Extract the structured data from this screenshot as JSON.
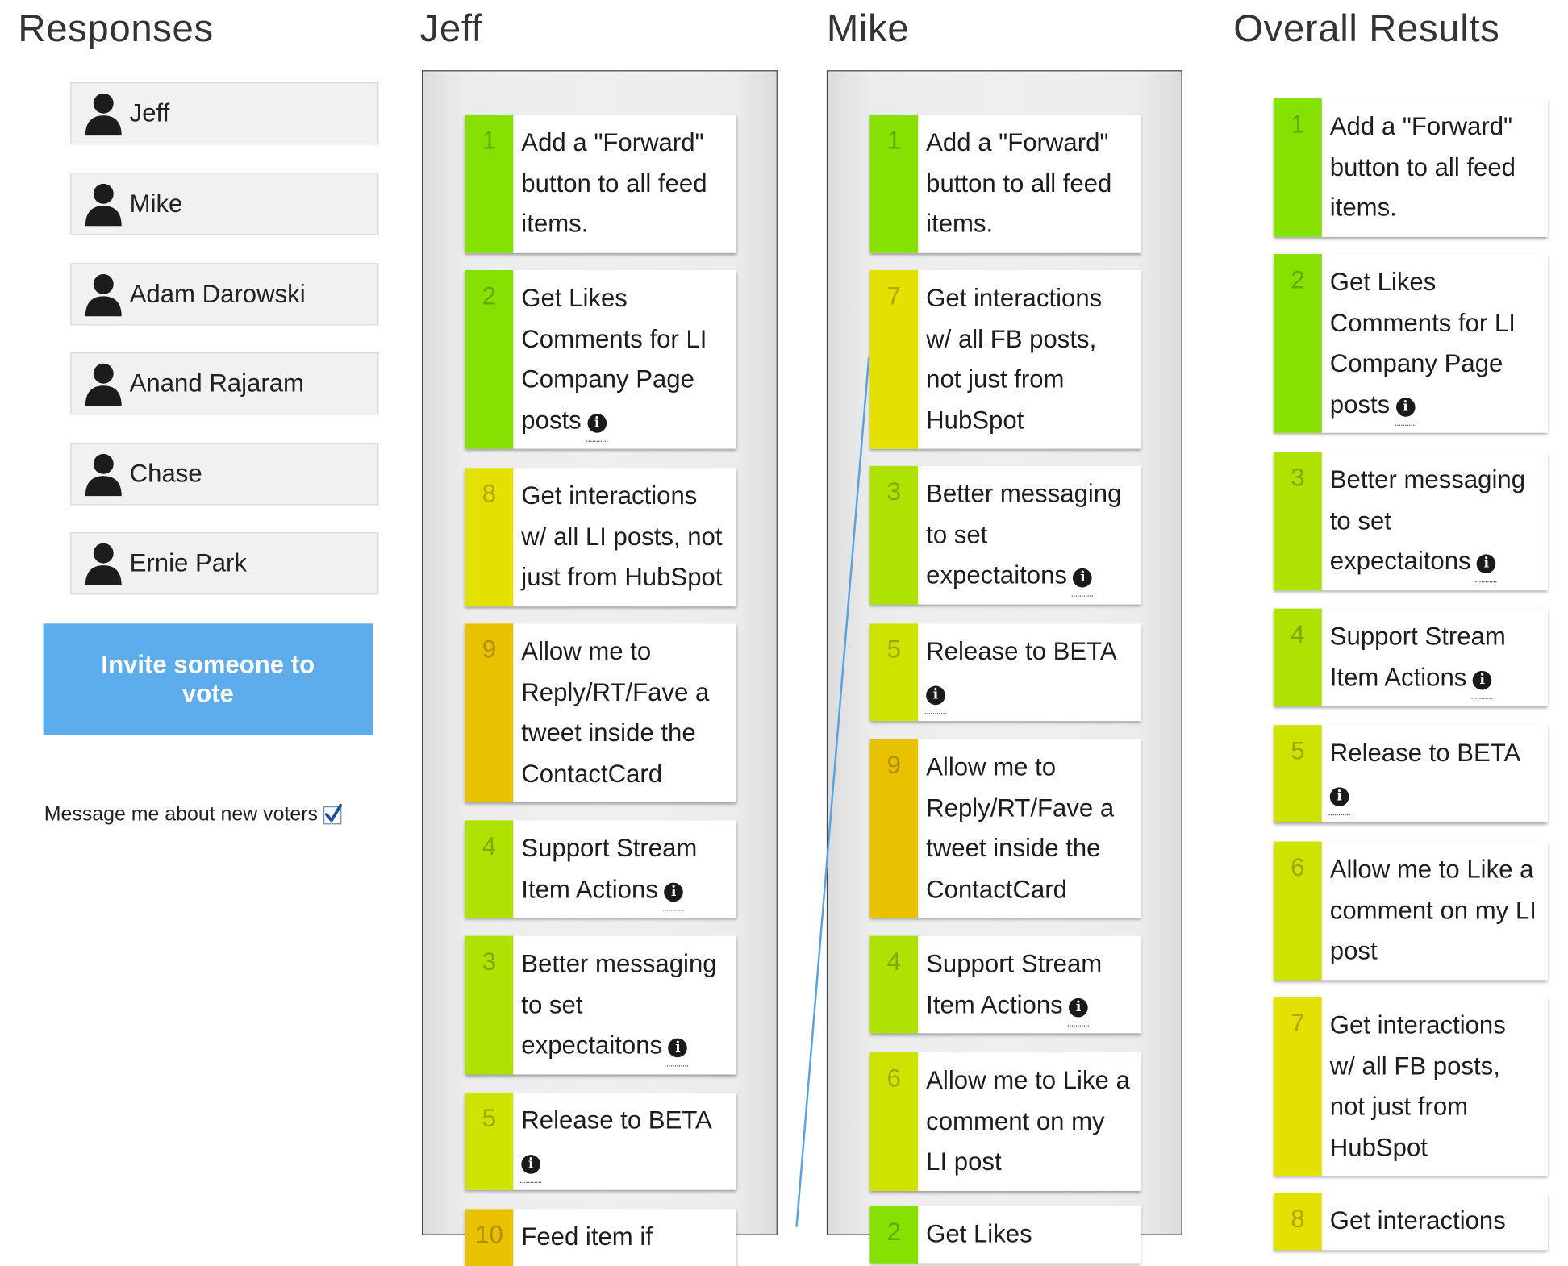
{
  "headings": {
    "responses": "Responses",
    "jeff": "Jeff",
    "mike": "Mike",
    "overall": "Overall Results"
  },
  "voters": [
    {
      "name": "Jeff",
      "icon": "person-icon"
    },
    {
      "name": "Mike",
      "icon": "person-icon"
    },
    {
      "name": "Adam Darowski",
      "icon": "person-icon"
    },
    {
      "name": "Anand Rajaram",
      "icon": "person-icon"
    },
    {
      "name": "Chase",
      "icon": "person-icon"
    },
    {
      "name": "Ernie Park",
      "icon": "person-icon"
    }
  ],
  "invite_label": "Invite someone to vote",
  "message_label": "Message me about new voters",
  "message_checked": true,
  "colors": {
    "rank_green": "#86e000",
    "rank_lime": "#aee200",
    "rank_yellow_green": "#cfe300",
    "rank_yellow": "#e4e100",
    "rank_amber": "#e8c100",
    "invite_blue": "#5dacec"
  },
  "jeff": {
    "cards": [
      {
        "rank": "1",
        "lines": [
          "Add a \"Forward\"",
          "button to all feed",
          "items."
        ],
        "info": false,
        "color": "#86e000"
      },
      {
        "rank": "2",
        "lines": [
          "Get Likes",
          "Comments for LI",
          "Company Page",
          "posts"
        ],
        "info": true,
        "color": "#86e000"
      },
      {
        "rank": "8",
        "lines": [
          "Get interactions",
          "w/ all LI posts, not",
          "just from HubSpot"
        ],
        "info": false,
        "color": "#e4e100"
      },
      {
        "rank": "9",
        "lines": [
          "Allow me to",
          "Reply/RT/Fave a",
          "tweet inside the",
          "ContactCard"
        ],
        "info": false,
        "color": "#e8c100"
      },
      {
        "rank": "4",
        "lines": [
          "Support Stream",
          "Item Actions"
        ],
        "info": true,
        "color": "#aee200"
      },
      {
        "rank": "3",
        "lines": [
          "Better messaging",
          "to set",
          "expectaitons"
        ],
        "info": true,
        "color": "#aee200"
      },
      {
        "rank": "5",
        "lines": [
          "Release to BETA",
          ""
        ],
        "info": true,
        "color": "#cfe300"
      },
      {
        "rank": "10",
        "lines": [
          "Feed item if"
        ],
        "info": false,
        "color": "#e8c100"
      }
    ]
  },
  "mike": {
    "cards": [
      {
        "rank": "1",
        "lines": [
          "Add a \"Forward\"",
          "button to all feed",
          "items."
        ],
        "info": false,
        "color": "#86e000"
      },
      {
        "rank": "7",
        "lines": [
          "Get interactions",
          "w/ all FB posts,",
          "not just from",
          "HubSpot"
        ],
        "info": false,
        "color": "#e4e100"
      },
      {
        "rank": "3",
        "lines": [
          "Better messaging",
          "to set",
          "expectaitons"
        ],
        "info": true,
        "color": "#aee200"
      },
      {
        "rank": "5",
        "lines": [
          "Release to BETA",
          ""
        ],
        "info": true,
        "color": "#cfe300"
      },
      {
        "rank": "9",
        "lines": [
          "Allow me to",
          "Reply/RT/Fave a",
          "tweet inside the",
          "ContactCard"
        ],
        "info": false,
        "color": "#e8c100"
      },
      {
        "rank": "4",
        "lines": [
          "Support Stream",
          "Item Actions"
        ],
        "info": true,
        "color": "#aee200"
      },
      {
        "rank": "6",
        "lines": [
          "Allow me to Like a",
          "comment on my",
          "LI post"
        ],
        "info": false,
        "color": "#cfe300"
      },
      {
        "rank": "2",
        "lines": [
          "Get Likes"
        ],
        "info": false,
        "color": "#86e000"
      }
    ]
  },
  "overall": {
    "cards": [
      {
        "rank": "1",
        "lines": [
          "Add a \"Forward\"",
          "button to all feed",
          "items."
        ],
        "info": false,
        "color": "#86e000"
      },
      {
        "rank": "2",
        "lines": [
          "Get Likes",
          "Comments for LI",
          "Company Page",
          "posts"
        ],
        "info": true,
        "color": "#86e000"
      },
      {
        "rank": "3",
        "lines": [
          "Better messaging",
          "to set",
          "expectaitons"
        ],
        "info": true,
        "color": "#aee200"
      },
      {
        "rank": "4",
        "lines": [
          "Support Stream",
          "Item Actions"
        ],
        "info": true,
        "color": "#aee200"
      },
      {
        "rank": "5",
        "lines": [
          "Release to BETA",
          ""
        ],
        "info": true,
        "color": "#cfe300"
      },
      {
        "rank": "6",
        "lines": [
          "Allow me to Like a",
          "comment on my LI",
          "post"
        ],
        "info": false,
        "color": "#cfe300"
      },
      {
        "rank": "7",
        "lines": [
          "Get interactions",
          "w/ all FB posts,",
          "not just from",
          "HubSpot"
        ],
        "info": false,
        "color": "#e4e100"
      },
      {
        "rank": "8",
        "lines": [
          "Get interactions"
        ],
        "info": false,
        "color": "#e4e100"
      }
    ]
  }
}
